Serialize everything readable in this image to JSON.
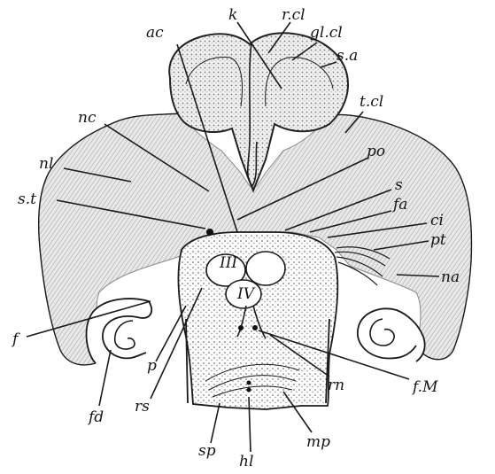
{
  "figure": {
    "roman": [
      "III",
      "IV"
    ],
    "labels": {
      "ac": "ac",
      "k": "k",
      "rcl": "r.cl",
      "glcl": "gl.cl",
      "sa": "s.a",
      "tcl": "t.cl",
      "nc": "nc",
      "nl": "nl",
      "po": "po",
      "s": "s",
      "st": "s.t",
      "fa": "fa",
      "ci": "ci",
      "pt": "pt",
      "na": "na",
      "f": "f",
      "p": "p",
      "rs": "rs",
      "fd": "fd",
      "rn": "rn",
      "fM": "f.M",
      "mp": "mp",
      "sp": "sp",
      "hl": "hl"
    }
  }
}
